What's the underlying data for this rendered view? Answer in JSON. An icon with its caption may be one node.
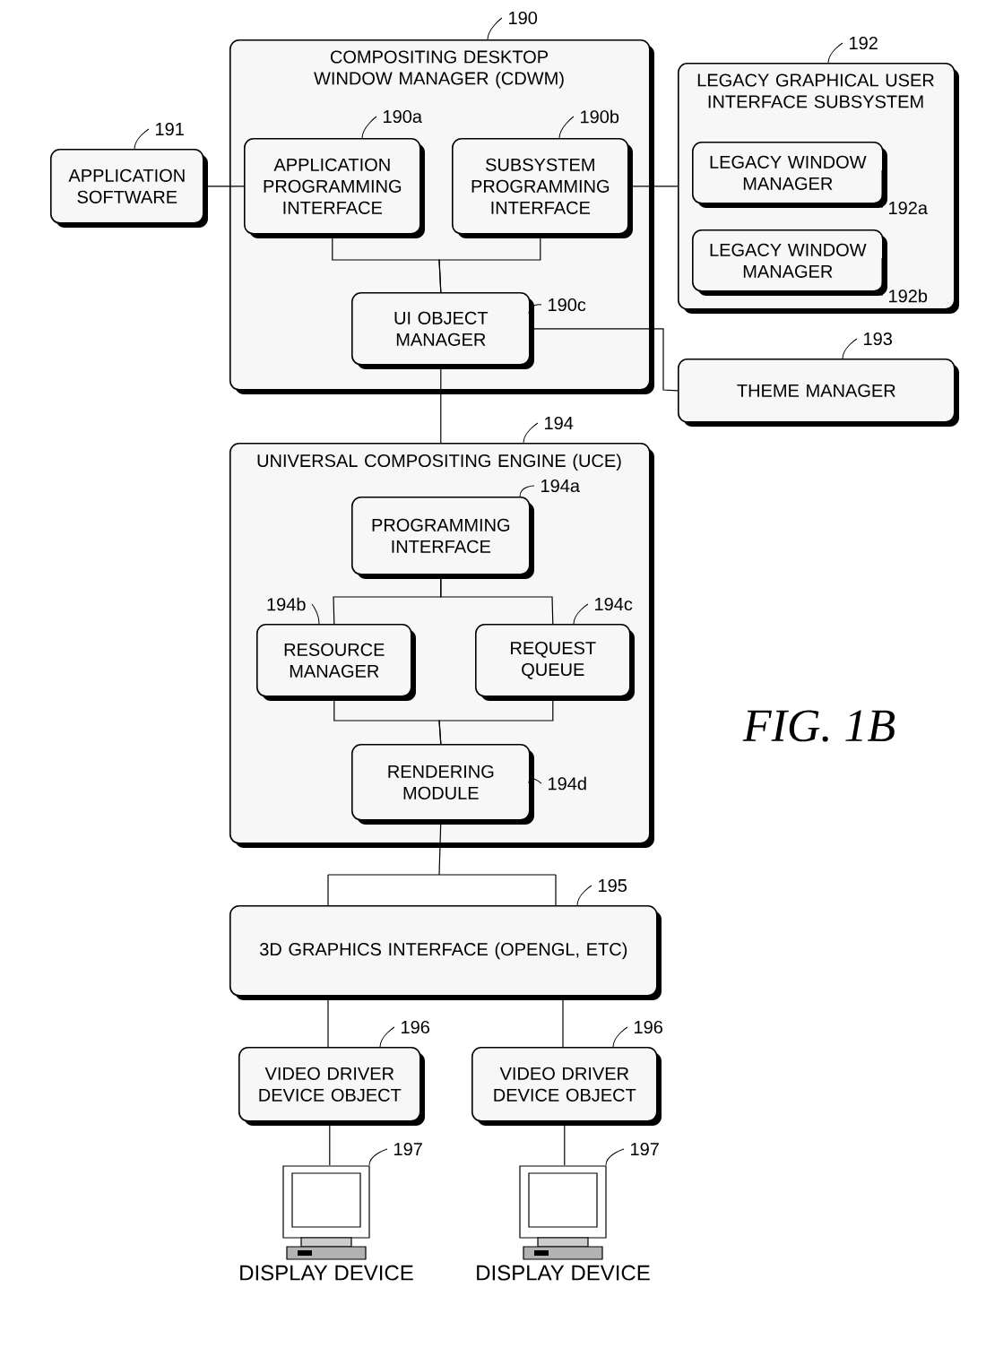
{
  "diagram": {
    "nodes": [
      {
        "text": [
          "COMPOSITING DESKTOP WINDOW MANAGER (CDWM)"
        ],
        "beside": [
          "190"
        ]
      },
      {
        "text": [
          "APPLICATION PROGRAMMING INTERFACE"
        ],
        "in": 0,
        "beside": [
          "190a"
        ]
      },
      {
        "text": [
          "SUBSYSTEM PROGRAMMING INTERFACE"
        ],
        "in": 0,
        "beside": [
          "190b"
        ]
      },
      {
        "text": [
          "UI OBJECT MANAGER"
        ],
        "in": 0,
        "beside": [
          "190c"
        ]
      },
      {
        "text": [
          "APPLICATION SOFTWARE"
        ],
        "beside": [
          "191"
        ]
      },
      {
        "text": [
          "LEGACY GRAPHICAL USER INTERFACE SUBSYSTEM"
        ],
        "beside": [
          "192"
        ]
      },
      {
        "text": [
          "LEGACY WINDOW MANAGER"
        ],
        "in": 5,
        "beside": [
          "192a"
        ]
      },
      {
        "text": [
          "LEGACY WINDOW MANAGER"
        ],
        "in": 5,
        "beside": [
          "192b"
        ]
      },
      {
        "text": [
          "THEME MANAGER"
        ],
        "beside": [
          "193"
        ]
      },
      {
        "text": [
          "UNIVERSAL COMPOSITING ENGINE (UCE)"
        ],
        "beside": [
          "194"
        ]
      },
      {
        "text": [
          "PROGRAMMING INTERFACE"
        ],
        "in": 9,
        "beside": [
          "194a"
        ]
      },
      {
        "text": [
          "RESOURCE MANAGER"
        ],
        "in": 9,
        "beside": [
          "194b"
        ]
      },
      {
        "text": [
          "REQUEST QUEUE"
        ],
        "in": 9,
        "beside": [
          "194c"
        ]
      },
      {
        "text": [
          "RENDERING MODULE"
        ],
        "in": 9,
        "beside": [
          "194d"
        ]
      },
      {
        "text": [
          "3D GRAPHICS INTERFACE (OPENGL, ETC)"
        ],
        "beside": [
          "195"
        ]
      },
      {
        "text": [
          "VIDEO DRIVER DEVICE OBJECT"
        ],
        "beside": [
          "196"
        ]
      },
      {
        "text": [
          "VIDEO DRIVER DEVICE OBJECT"
        ],
        "beside": [
          "196"
        ]
      },
      {
        "text": [
          "DISPLAY DEVICE"
        ],
        "beside": [
          "197"
        ]
      },
      {
        "text": [
          "DISPLAY DEVICE"
        ],
        "beside": [
          "197"
        ]
      }
    ],
    "edges": [
      {
        "from": 4,
        "to": 1,
        "arrow": "none"
      },
      {
        "from": 2,
        "to": 5,
        "arrow": "none"
      },
      {
        "from": 1,
        "to": 3,
        "arrow": "none"
      },
      {
        "from": 2,
        "to": 3,
        "arrow": "none"
      },
      {
        "from": 3,
        "to": 8,
        "arrow": "none"
      },
      {
        "from": 3,
        "to": 9,
        "arrow": "none"
      },
      {
        "from": 10,
        "to": 11,
        "arrow": "none"
      },
      {
        "from": 10,
        "to": 12,
        "arrow": "none"
      },
      {
        "from": 11,
        "to": 13,
        "arrow": "none"
      },
      {
        "from": 12,
        "to": 13,
        "arrow": "none"
      },
      {
        "from": 13,
        "to": 14,
        "arrow": "none"
      },
      {
        "from": 14,
        "to": 15,
        "arrow": "none"
      },
      {
        "from": 14,
        "to": 16,
        "arrow": "none"
      },
      {
        "from": 15,
        "to": 17,
        "arrow": "none"
      },
      {
        "from": 16,
        "to": 18,
        "arrow": "none"
      }
    ],
    "labels": [
      "FIG. 1B"
    ]
  }
}
